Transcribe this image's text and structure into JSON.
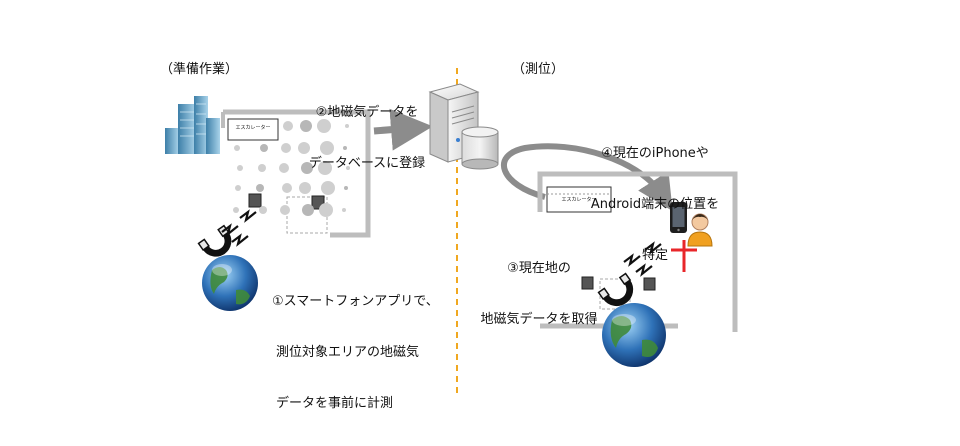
{
  "sections": {
    "prep": "（準備作業）",
    "positioning": "（測位）"
  },
  "steps": {
    "step1": [
      "①スマートフォンアプリで、",
      "測位対象エリアの地磁気",
      "データを事前に計測"
    ],
    "step2": [
      "②地磁気データを",
      "データベースに登録"
    ],
    "step3": [
      "③現在地の",
      "地磁気データを取得"
    ],
    "step4": [
      "④現在のiPhoneや",
      "Android端末の位置を",
      "特定"
    ]
  },
  "floor_labels": {
    "escalator_left": "エスカレーター",
    "escalator_right": "エスカレーター"
  },
  "colors": {
    "divider": "#f0a820",
    "arrow": "#8c8c8c",
    "wall": "#bdbdbd",
    "pin": "#e8262a",
    "building": "#6aa6c9"
  },
  "icons": {
    "server": "server-icon",
    "database": "database-icon",
    "smartphone": "smartphone-icon",
    "person": "person-icon",
    "globe": "globe-icon",
    "magnet": "magnet-icon",
    "buildings": "buildings-icon",
    "pin": "location-pin-icon"
  }
}
